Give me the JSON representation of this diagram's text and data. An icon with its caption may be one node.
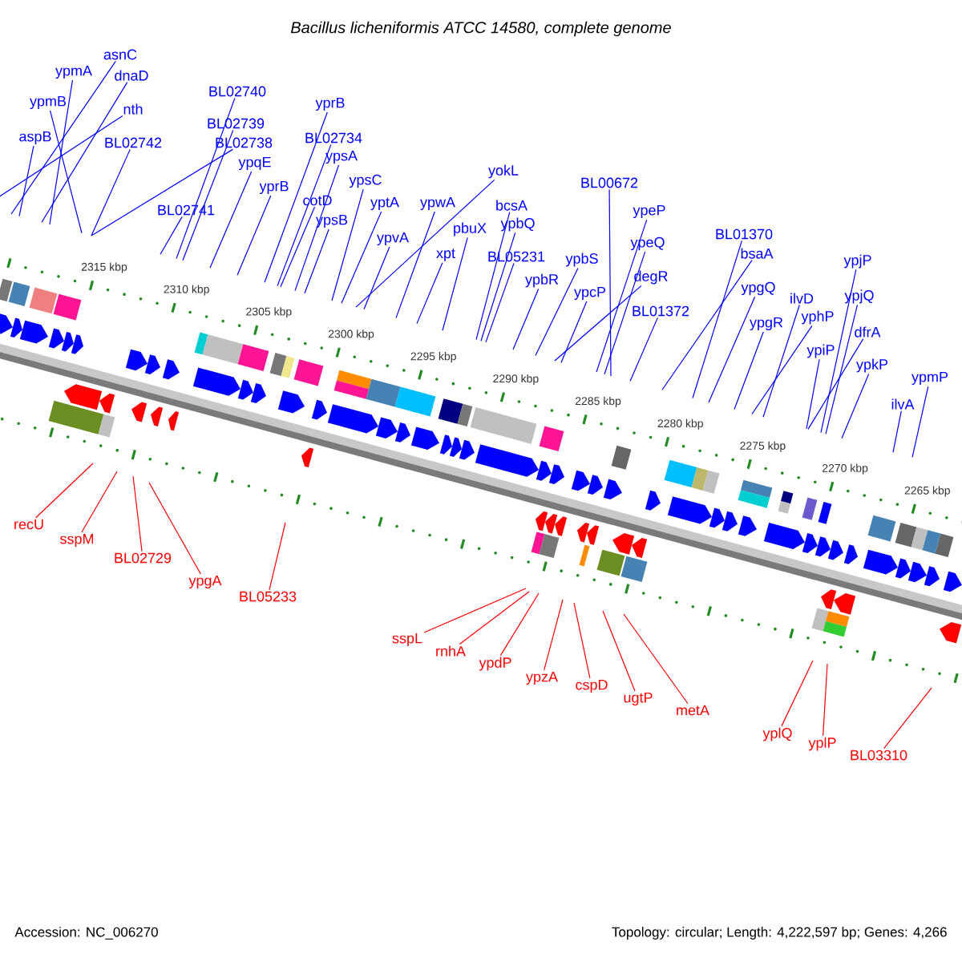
{
  "diagram": {
    "title": "Bacillus licheniformis ATCC 14580, complete genome",
    "nodes": [
      {
        "text": [
          "ypmA"
        ]
      },
      {
        "text": [
          "ypmB"
        ]
      },
      {
        "text": [
          "aspB"
        ]
      },
      {
        "text": [
          "asnC"
        ]
      },
      {
        "text": [
          "dnaD"
        ]
      },
      {
        "text": [
          "nth"
        ]
      },
      {
        "text": [
          "BL02742"
        ]
      },
      {
        "text": [
          "BL02740"
        ]
      },
      {
        "text": [
          "BL02739"
        ]
      },
      {
        "text": [
          "BL02738"
        ]
      },
      {
        "text": [
          "ypqE"
        ]
      },
      {
        "text": [
          "yprB"
        ]
      },
      {
        "text": [
          "BL02741"
        ]
      },
      {
        "text": [
          "yprB"
        ]
      },
      {
        "text": [
          "BL02734"
        ]
      },
      {
        "text": [
          "ypsA"
        ]
      },
      {
        "text": [
          "cotD"
        ]
      },
      {
        "text": [
          "ypsC"
        ]
      },
      {
        "text": [
          "ypsB"
        ]
      },
      {
        "text": [
          "yptA"
        ]
      },
      {
        "text": [
          "ypvA"
        ]
      },
      {
        "text": [
          "ypwA"
        ]
      },
      {
        "text": [
          "xpt"
        ]
      },
      {
        "text": [
          "pbuX"
        ]
      },
      {
        "text": [
          "yokL"
        ]
      },
      {
        "text": [
          "bcsA"
        ]
      },
      {
        "text": [
          "ypbQ"
        ]
      },
      {
        "text": [
          "BL05231"
        ]
      },
      {
        "text": [
          "ypbR"
        ]
      },
      {
        "text": [
          "BL00672"
        ]
      },
      {
        "text": [
          "ypbS"
        ]
      },
      {
        "text": [
          "ypcP"
        ]
      },
      {
        "text": [
          "ypeP"
        ]
      },
      {
        "text": [
          "ypeQ"
        ]
      },
      {
        "text": [
          "degR"
        ]
      },
      {
        "text": [
          "BL01372"
        ]
      },
      {
        "text": [
          "BL01370"
        ]
      },
      {
        "text": [
          "bsaA"
        ]
      },
      {
        "text": [
          "ypgQ"
        ]
      },
      {
        "text": [
          "ypgR"
        ]
      },
      {
        "text": [
          "ilvD"
        ]
      },
      {
        "text": [
          "yphP"
        ]
      },
      {
        "text": [
          "ypiP"
        ]
      },
      {
        "text": [
          "ypjP"
        ]
      },
      {
        "text": [
          "ypjQ"
        ]
      },
      {
        "text": [
          "dfrA"
        ]
      },
      {
        "text": [
          "ypkP"
        ]
      },
      {
        "text": [
          "ilvA"
        ]
      },
      {
        "text": [
          "ypmP"
        ]
      },
      {
        "text": [
          "recU"
        ]
      },
      {
        "text": [
          "sspM"
        ]
      },
      {
        "text": [
          "BL02729"
        ]
      },
      {
        "text": [
          "ypgA"
        ]
      },
      {
        "text": [
          "BL05233"
        ]
      },
      {
        "text": [
          "sspL"
        ]
      },
      {
        "text": [
          "rnhA"
        ]
      },
      {
        "text": [
          "ypdP"
        ]
      },
      {
        "text": [
          "ypzA"
        ]
      },
      {
        "text": [
          "cspD"
        ]
      },
      {
        "text": [
          "ugtP"
        ]
      },
      {
        "text": [
          "metA"
        ]
      },
      {
        "text": [
          "yplQ"
        ]
      },
      {
        "text": [
          "yplP"
        ]
      },
      {
        "text": [
          "BL03310"
        ]
      }
    ],
    "edges": [
      {
        "from": 0,
        "to": null,
        "arrow": "none"
      },
      {
        "from": 1,
        "to": null,
        "arrow": "none"
      },
      {
        "from": 2,
        "to": null,
        "arrow": "none"
      },
      {
        "from": 3,
        "to": null,
        "arrow": "none"
      },
      {
        "from": 4,
        "to": null,
        "arrow": "none"
      },
      {
        "from": 5,
        "to": null,
        "arrow": "none"
      },
      {
        "from": 6,
        "to": null,
        "arrow": "none"
      },
      {
        "from": 7,
        "to": null,
        "arrow": "none"
      },
      {
        "from": 8,
        "to": null,
        "arrow": "none"
      },
      {
        "from": 9,
        "to": null,
        "arrow": "none"
      },
      {
        "from": 10,
        "to": null,
        "arrow": "none"
      },
      {
        "from": 11,
        "to": null,
        "arrow": "none"
      },
      {
        "from": 12,
        "to": null,
        "arrow": "none"
      },
      {
        "from": 13,
        "to": null,
        "arrow": "none"
      },
      {
        "from": 14,
        "to": null,
        "arrow": "none"
      },
      {
        "from": 15,
        "to": null,
        "arrow": "none"
      },
      {
        "from": 16,
        "to": null,
        "arrow": "none"
      },
      {
        "from": 17,
        "to": null,
        "arrow": "none"
      },
      {
        "from": 18,
        "to": null,
        "arrow": "none"
      },
      {
        "from": 19,
        "to": null,
        "arrow": "none"
      },
      {
        "from": 20,
        "to": null,
        "arrow": "none"
      },
      {
        "from": 21,
        "to": null,
        "arrow": "none"
      },
      {
        "from": 22,
        "to": null,
        "arrow": "none"
      },
      {
        "from": 23,
        "to": null,
        "arrow": "none"
      },
      {
        "from": 24,
        "to": null,
        "arrow": "none"
      },
      {
        "from": 25,
        "to": null,
        "arrow": "none"
      },
      {
        "from": 26,
        "to": null,
        "arrow": "none"
      },
      {
        "from": 27,
        "to": null,
        "arrow": "none"
      },
      {
        "from": 28,
        "to": null,
        "arrow": "none"
      },
      {
        "from": 29,
        "to": null,
        "arrow": "none"
      },
      {
        "from": 30,
        "to": null,
        "arrow": "none"
      },
      {
        "from": 31,
        "to": null,
        "arrow": "none"
      },
      {
        "from": 32,
        "to": null,
        "arrow": "none"
      },
      {
        "from": 33,
        "to": null,
        "arrow": "none"
      },
      {
        "from": 34,
        "to": null,
        "arrow": "none"
      },
      {
        "from": 35,
        "to": null,
        "arrow": "none"
      },
      {
        "from": 36,
        "to": null,
        "arrow": "none"
      },
      {
        "from": 37,
        "to": null,
        "arrow": "none"
      },
      {
        "from": 38,
        "to": null,
        "arrow": "none"
      },
      {
        "from": 39,
        "to": null,
        "arrow": "none"
      },
      {
        "from": 40,
        "to": null,
        "arrow": "none"
      },
      {
        "from": 41,
        "to": null,
        "arrow": "none"
      },
      {
        "from": 42,
        "to": null,
        "arrow": "none"
      },
      {
        "from": 43,
        "to": null,
        "arrow": "none"
      },
      {
        "from": 44,
        "to": null,
        "arrow": "none"
      },
      {
        "from": 45,
        "to": null,
        "arrow": "none"
      },
      {
        "from": 46,
        "to": null,
        "arrow": "none"
      },
      {
        "from": 47,
        "to": null,
        "arrow": "none"
      },
      {
        "from": 48,
        "to": null,
        "arrow": "none"
      },
      {
        "from": 49,
        "to": null,
        "arrow": "none",
        "color": "#ff0000"
      },
      {
        "from": 50,
        "to": null,
        "arrow": "none",
        "color": "#ff0000"
      },
      {
        "from": 51,
        "to": null,
        "arrow": "none",
        "color": "#ff0000"
      },
      {
        "from": 52,
        "to": null,
        "arrow": "none",
        "color": "#ff0000"
      },
      {
        "from": 53,
        "to": null,
        "arrow": "none",
        "color": "#ff0000"
      },
      {
        "from": 54,
        "to": null,
        "arrow": "none",
        "color": "#ff0000"
      },
      {
        "from": 55,
        "to": null,
        "arrow": "none",
        "color": "#ff0000"
      },
      {
        "from": 56,
        "to": null,
        "arrow": "none",
        "color": "#ff0000"
      },
      {
        "from": 57,
        "to": null,
        "arrow": "none",
        "color": "#ff0000"
      },
      {
        "from": 58,
        "to": null,
        "arrow": "none",
        "color": "#ff0000"
      },
      {
        "from": 59,
        "to": null,
        "arrow": "none",
        "color": "#ff0000"
      },
      {
        "from": 60,
        "to": null,
        "arrow": "none",
        "color": "#ff0000"
      },
      {
        "from": 61,
        "to": null,
        "arrow": "none",
        "color": "#ff0000"
      },
      {
        "from": 62,
        "to": null,
        "arrow": "none",
        "color": "#ff0000"
      },
      {
        "from": 63,
        "to": null,
        "arrow": "none",
        "color": "#ff0000"
      }
    ],
    "labels": [
      "2315 kbp",
      "2310 kbp",
      "2305 kbp",
      "2300 kbp",
      "2295 kbp",
      "2290 kbp",
      "2285 kbp",
      "2280 kbp",
      "2275 kbp",
      "2270 kbp",
      "2265 kbp",
      "Accession: NC_006270",
      "Topology: circular; Length: 4,222,597 bp; Genes: 4,266"
    ]
  }
}
